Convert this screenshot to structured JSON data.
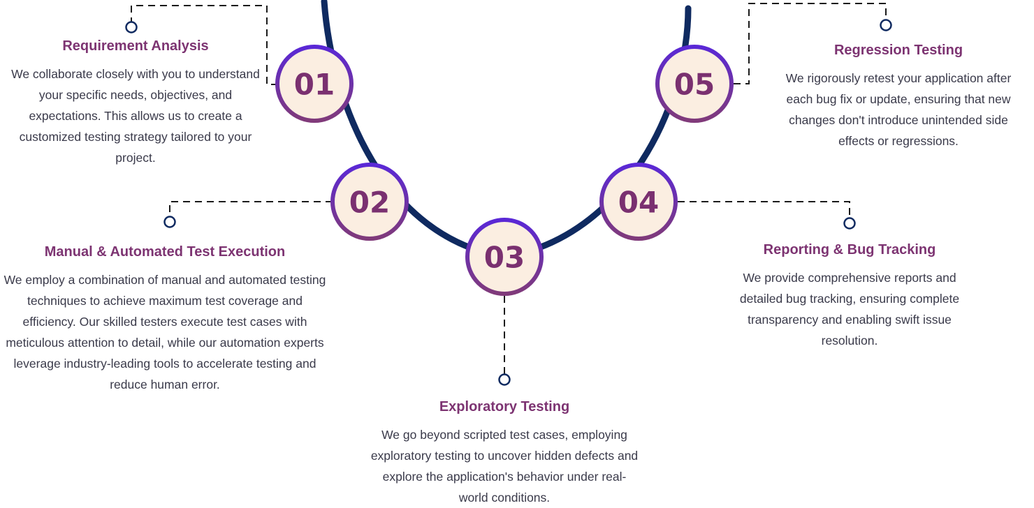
{
  "colors": {
    "arc": "#0f2a60",
    "circle_fill": "#fbeee1",
    "circle_ring_start": "#5a28d6",
    "circle_ring_end": "#803a7a",
    "number_text": "#7a3070",
    "title_text": "#7d3472",
    "connector": "#1a1a1a",
    "endpoint_ring": "#0f2a60"
  },
  "steps": [
    {
      "number": "01",
      "title": "Requirement Analysis",
      "description": "We collaborate closely with you to understand your specific needs, objectives, and expectations. This allows us to create a customized testing strategy tailored to your project."
    },
    {
      "number": "02",
      "title": "Manual & Automated Test Execution",
      "description": "We employ a combination of manual and automated testing techniques to achieve maximum test coverage and efficiency. Our skilled testers execute test cases with meticulous attention to detail, while our automation experts leverage industry-leading tools to accelerate testing and reduce human error."
    },
    {
      "number": "03",
      "title": "Exploratory Testing",
      "description": "We go beyond scripted test cases, employing exploratory testing to uncover hidden defects and explore the application's behavior under real-world conditions."
    },
    {
      "number": "04",
      "title": "Reporting & Bug Tracking",
      "description": "We provide comprehensive reports and detailed bug tracking, ensuring complete transparency and enabling swift issue resolution."
    },
    {
      "number": "05",
      "title": "Regression Testing",
      "description": "We rigorously retest your application after each bug fix or update, ensuring that new changes don't introduce unintended side effects or regressions."
    }
  ]
}
